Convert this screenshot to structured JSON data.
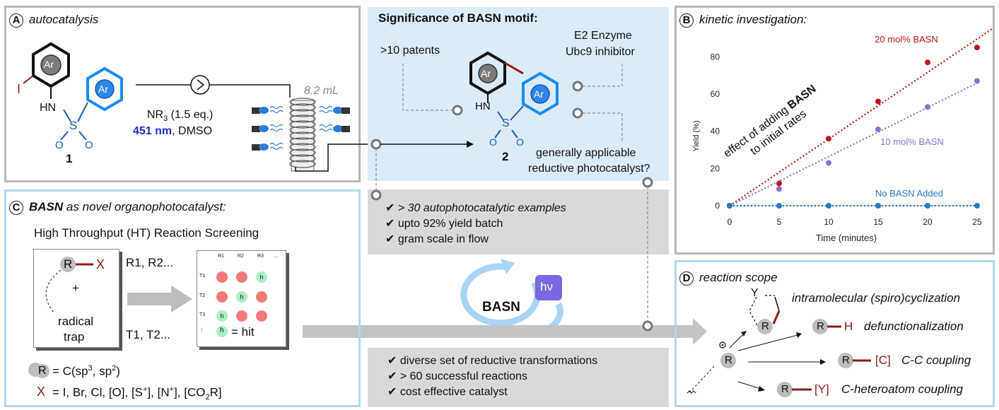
{
  "panelA": {
    "badge": "A",
    "title": "autocatalysis",
    "volume": "8.2 mL",
    "conditions_line1": "NR",
    "conditions_sub": "3",
    "conditions_line1b": " (1.5 eq.)",
    "wavelength": "451 nm",
    "solvent": ", DMSO",
    "compound": "1",
    "iodo": "I",
    "ar": "Ar",
    "hn": "HN",
    "s": "S",
    "o": "O"
  },
  "significance": {
    "title": "Significance of BASN motif:",
    "patents": ">10 patents",
    "enzyme_line1": "E2 Enzyme",
    "enzyme_line2": "Ubc9 inhibitor",
    "compound": "2",
    "applicable_line1": "generally applicable",
    "applicable_line2": "reductive photocatalyst?"
  },
  "results1": [
    "> 30 autophotocatalytic examples",
    "upto 92% yield batch",
    "gram scale in flow"
  ],
  "results2": [
    "diverse set of reductive transformations",
    "> 60 successful reactions",
    "cost effective catalyst"
  ],
  "check": "✔",
  "center": {
    "basn": "BASN",
    "hv": "hν"
  },
  "panelB": {
    "badge": "B",
    "title": "kinetic investigation:",
    "annotation_line1": "effect of adding ",
    "annotation_bold": "BASN",
    "annotation_line2": "to initial rates"
  },
  "chart_data": {
    "type": "scatter",
    "xlabel": "Time (minutes)",
    "ylabel": "Yield (%)",
    "xlim": [
      0,
      25
    ],
    "ylim": [
      0,
      90
    ],
    "xticks": [
      0,
      5,
      10,
      15,
      20,
      25
    ],
    "yticks": [
      0,
      20,
      40,
      60,
      80
    ],
    "series": [
      {
        "name": "20 mol% BASN",
        "color": "#c0141c",
        "x": [
          0,
          5,
          10,
          15,
          20,
          25
        ],
        "y": [
          0,
          12,
          36,
          56,
          77,
          85
        ]
      },
      {
        "name": "10 mol% BASN",
        "color": "#8e6fd0",
        "x": [
          0,
          5,
          10,
          15,
          20,
          25
        ],
        "y": [
          0,
          9,
          23,
          41,
          53,
          67
        ]
      },
      {
        "name": "No BASN Added",
        "color": "#2878c0",
        "x": [
          0,
          5,
          10,
          15,
          20,
          25
        ],
        "y": [
          0,
          0,
          0,
          0,
          0,
          0
        ]
      }
    ]
  },
  "panelC": {
    "badge": "C",
    "title_bold": "BASN",
    "title_rest": " as novel organophotocatalyst:",
    "subtitle": "High Throughput (HT) Reaction Screening",
    "r": "R",
    "x": "X",
    "plus": "+",
    "radical": "radical",
    "trap": "trap",
    "rlist": "R1, R2...",
    "tlist": "T1, T2...",
    "cols": [
      "R1",
      "R2",
      "R3",
      "..."
    ],
    "rows": [
      "T1",
      "T2",
      "T3",
      "⋮"
    ],
    "hit_letter": "h",
    "hit_label": "= hit",
    "def_r": "= C(sp",
    "def_r_sup1": "3",
    "def_r_mid": ", sp",
    "def_r_sup2": "2",
    "def_r_end": ")",
    "def_x": "= I, Br, Cl, [O], [S",
    "def_x_sup1": "+",
    "def_x_mid": "], [N",
    "def_x_sup2": "+",
    "def_x_mid2": "], [CO",
    "def_x_sub": "2",
    "def_x_end": "R]"
  },
  "panelD": {
    "badge": "D",
    "title": "reaction scope",
    "y": "Y",
    "spiro": "intramolecular (spiro)cyclization",
    "h": "H",
    "defunc": "defunctionalization",
    "c": "[C]",
    "cc": "C-C coupling",
    "yy": "[Y]",
    "chet": "C-heteroatom coupling"
  }
}
